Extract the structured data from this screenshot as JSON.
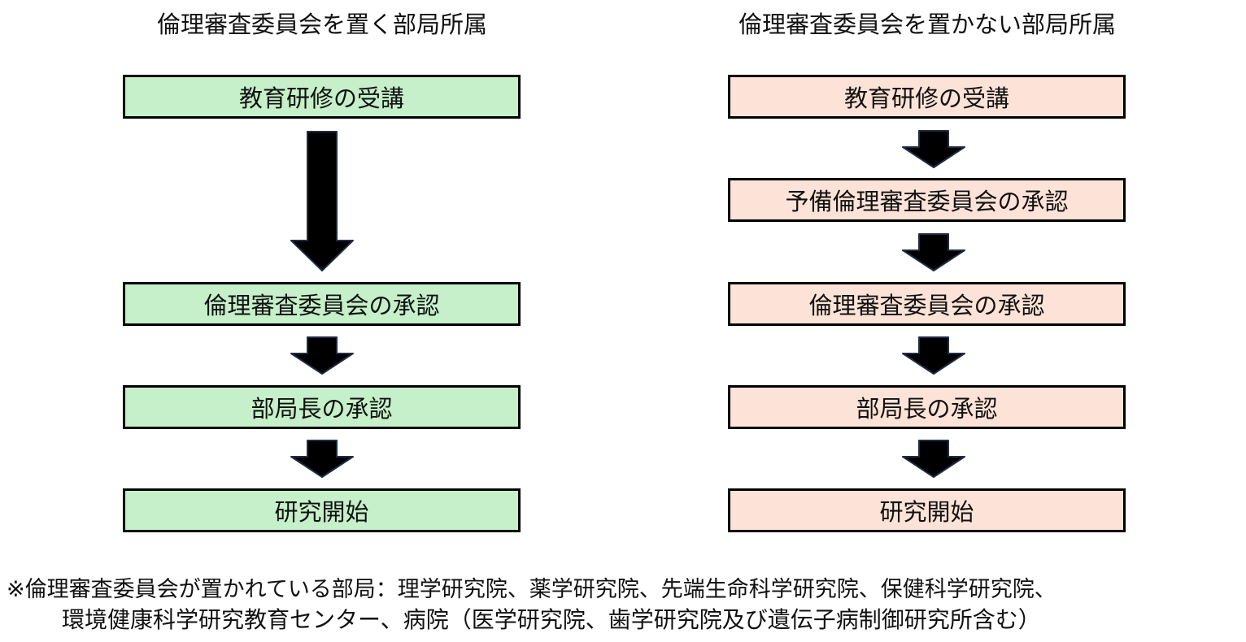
{
  "left": {
    "title": "倫理審査委員会を置く部局所属",
    "steps": [
      "教育研修の受講",
      "倫理審査委員会の承認",
      "部局長の承認",
      "研究開始"
    ],
    "color": "#c5f0c9"
  },
  "right": {
    "title": "倫理審査委員会を置かない部局所属",
    "steps": [
      "教育研修の受講",
      "予備倫理審査委員会の承認",
      "倫理審査委員会の承認",
      "部局長の承認",
      "研究開始"
    ],
    "color": "#fde3d7"
  },
  "note": {
    "line1": "※倫理審査委員会が置かれている部局：理学研究院、薬学研究院、先端生命科学研究院、保健科学研究院、",
    "line2": "環境健康科学研究教育センター、病院（医学研究院、歯学研究院及び遺伝子病制御研究所含む）"
  }
}
